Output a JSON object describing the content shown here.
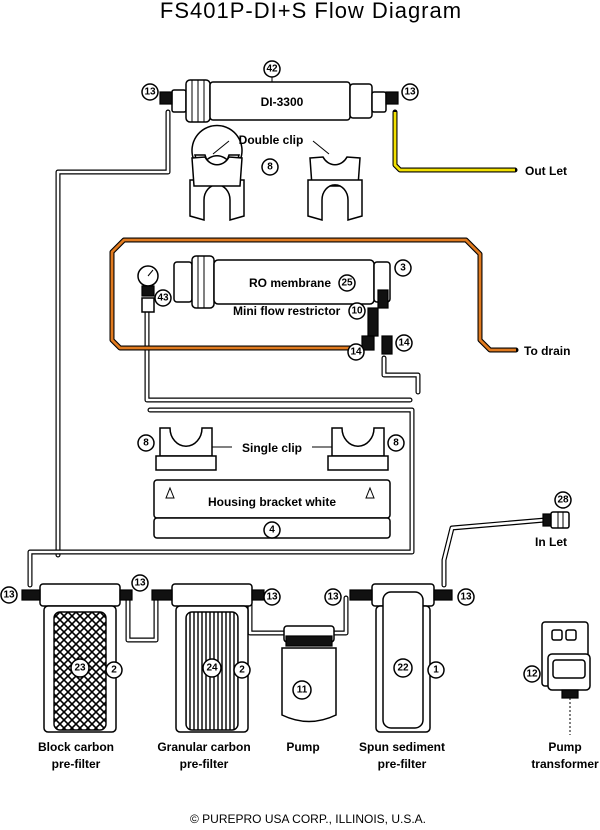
{
  "title": "FS401P-DI+S Flow Diagram",
  "copyright": "© PUREPRO USA CORP., ILLINOIS, U.S.A.",
  "colors": {
    "outlet_tube": "#f2e000",
    "drain_tube": "#e07a1f",
    "tube_outline": "#000000"
  },
  "labels": {
    "di_cartridge": "DI-3300",
    "double_clip": "Double clip",
    "out_let": "Out Let",
    "ro_membrane": "RO membrane",
    "mini_flow_restrictor": "Mini flow restrictor",
    "to_drain": "To drain",
    "single_clip": "Single clip",
    "housing_bracket": "Housing bracket white",
    "in_let": "In Let",
    "block_carbon_1": "Block carbon",
    "block_carbon_2": "pre-filter",
    "granular_carbon_1": "Granular carbon",
    "granular_carbon_2": "pre-filter",
    "pump": "Pump",
    "spun_sediment_1": "Spun sediment",
    "spun_sediment_2": "pre-filter",
    "pump_transformer_1": "Pump",
    "pump_transformer_2": "transformer"
  },
  "part_numbers": {
    "di": "42",
    "elbow": "13",
    "double_clip": "8",
    "ro_housing": "3",
    "membrane": "25",
    "gauge": "43",
    "restrictor": "10",
    "elbow_drain": "14",
    "single_clip": "8",
    "bracket": "4",
    "inlet_valve": "28",
    "housing": "2",
    "housing_sediment": "1",
    "block_carbon": "23",
    "granular_carbon": "24",
    "pump": "11",
    "spun_sediment": "22",
    "transformer": "12"
  }
}
